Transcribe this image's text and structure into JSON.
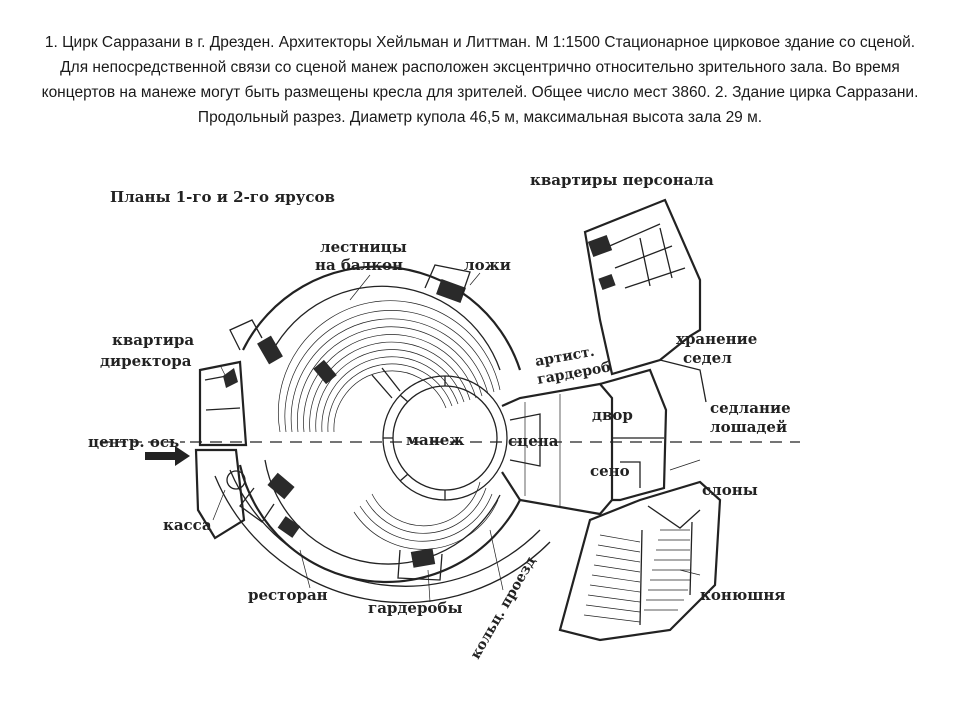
{
  "caption": "1. Цирк Сарразани в г. Дрезден. Архитекторы Хейльман и Литтман. М 1:1500 Стационарное цирковое здание со сценой. Для непосредственной связи со сценой манеж расположен эксцентрично относительно зрительного зала. Во время концертов на манеже могут быть размещены кресла для зрителей. Общее число мест 3860. 2. Здание цирка Сарразани. Продольный разрез. Диаметр купола 46,5 м, максимальная высота зала 29 м.",
  "plan": {
    "title": "Планы 1-го и 2-го ярусов",
    "labels": {
      "staff_apartments": "квартиры персонала",
      "balcony_stairs_1": "лестницы",
      "balcony_stairs_2": "на балкон",
      "boxes": "ложи",
      "director_apartment_1": "квартира",
      "director_apartment_2": "директора",
      "artist_wardrobe_1": "артист.",
      "artist_wardrobe_2": "гардероб",
      "saddle_storage_1": "хранение",
      "saddle_storage_2": "седел",
      "yard": "двор",
      "saddling_1": "седлание",
      "saddling_2": "лошадей",
      "center_axis": "центр. ось",
      "arena": "манеж",
      "stage": "сцена",
      "hay": "сено",
      "elephants": "слоны",
      "ticket_office": "касса",
      "restaurant": "ресторан",
      "cloakrooms": "гардеробы",
      "ring_passage": "кольц. проезд",
      "stable": "конюшня"
    }
  }
}
